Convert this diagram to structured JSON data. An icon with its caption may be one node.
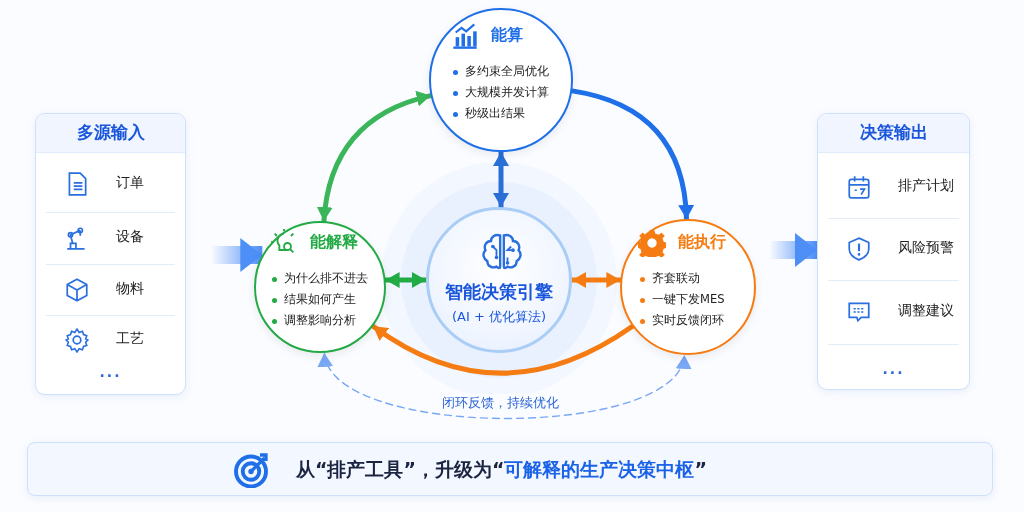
{
  "diagram": {
    "nodes": [
      {
        "text": [
          "多源输入"
        ]
      },
      {
        "text": [
          "订单"
        ],
        "in": 0
      },
      {
        "text": [
          "设备"
        ],
        "in": 0
      },
      {
        "text": [
          "物料"
        ],
        "in": 0
      },
      {
        "text": [
          "工艺"
        ],
        "in": 0
      },
      {
        "text": [
          "能算",
          "多约束全局优化",
          "大规模并发计算",
          "秒级出结果"
        ]
      },
      {
        "text": [
          "能解释",
          "为什么排不进去",
          "结果如何产生",
          "调整影响分析"
        ]
      },
      {
        "text": [
          "智能决策引擎",
          "(AI + 优化算法)"
        ]
      },
      {
        "text": [
          "能执行",
          "齐套联动",
          "一键下发MES",
          "实时反馈闭环"
        ]
      },
      {
        "text": [
          "决策输出"
        ]
      },
      {
        "text": [
          "排产计划"
        ],
        "in": 9
      },
      {
        "text": [
          "风险预警"
        ],
        "in": 9
      },
      {
        "text": [
          "调整建议"
        ],
        "in": 9
      },
      {
        "text": [
          "从“排产工具”，升级为“**可解释的生产决策中枢**”"
        ]
      }
    ],
    "edges": [
      {
        "from": 0,
        "to": 6,
        "arrow": "to",
        "style": "thick",
        "color": "#4d8ef7"
      },
      {
        "from": 6,
        "to": 5,
        "arrow": "both",
        "color": "#3bb55a"
      },
      {
        "from": 5,
        "to": 8,
        "arrow": "to",
        "color": "#1f6fe8"
      },
      {
        "from": 8,
        "to": 6,
        "arrow": "to",
        "color": "#f57c12"
      },
      {
        "from": 5,
        "to": 7,
        "arrow": "both",
        "color": "#2a6fd6"
      },
      {
        "from": 6,
        "to": 7,
        "arrow": "both",
        "color": "#22aa44"
      },
      {
        "from": 7,
        "to": 8,
        "arrow": "both",
        "color": "#f57c12"
      },
      {
        "from": 6,
        "to": 8,
        "arrow": "both",
        "style": "dashed",
        "color": "#7aa8f5",
        "label": "闭环反馈，持续优化"
      },
      {
        "from": 8,
        "to": 9,
        "arrow": "to",
        "style": "thick",
        "color": "#4d8ef7"
      }
    ],
    "labels": [
      "...",
      "..."
    ]
  }
}
